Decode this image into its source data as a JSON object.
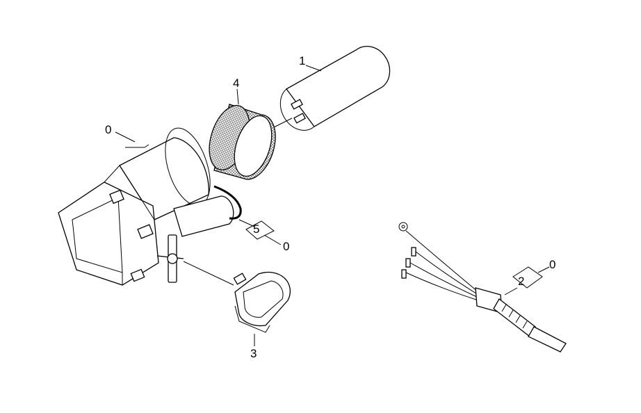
{
  "callouts": {
    "capacitor": "1",
    "cable": "2",
    "switch": "3",
    "filter": "4",
    "seal": "5",
    "ref_top_left": "0",
    "ref_mid": "0",
    "ref_cable": "0"
  }
}
